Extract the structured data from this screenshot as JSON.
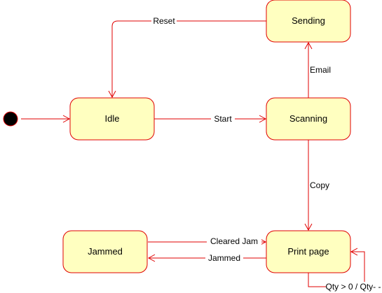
{
  "colors": {
    "state_fill": "#ffffc0",
    "state_stroke": "#e00000",
    "edge_stroke": "#e00000",
    "initial_fill": "#000000",
    "text": "#000000",
    "background": "#ffffff"
  },
  "states": {
    "idle": "Idle",
    "sending": "Sending",
    "scanning": "Scanning",
    "jammed": "Jammed",
    "print_page": "Print page"
  },
  "transitions": {
    "reset": "Reset",
    "start": "Start",
    "email": "Email",
    "copy": "Copy",
    "cleared_jam": "Cleared Jam",
    "jammed": "Jammed",
    "qty_loop": "Qty > 0 / Qty- -"
  }
}
